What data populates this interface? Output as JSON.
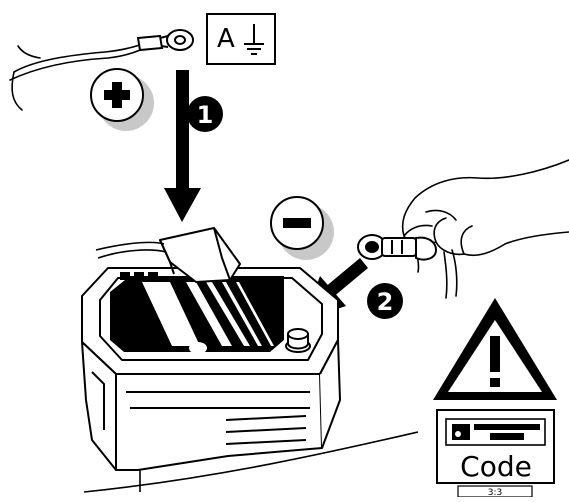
{
  "labels": {
    "ground_letter": "A",
    "step_one": "1",
    "step_two": "2",
    "code_text": "Code",
    "page_ref": "3:3"
  },
  "icons": [
    "positive-terminal-icon",
    "negative-terminal-icon",
    "ground-symbol-icon",
    "warning-triangle-icon",
    "radio-code-icon"
  ],
  "colors": {
    "ink": "#000000",
    "badge_fill": "#000000",
    "shadow": "#c8c8c8",
    "paper": "#ffffff"
  }
}
